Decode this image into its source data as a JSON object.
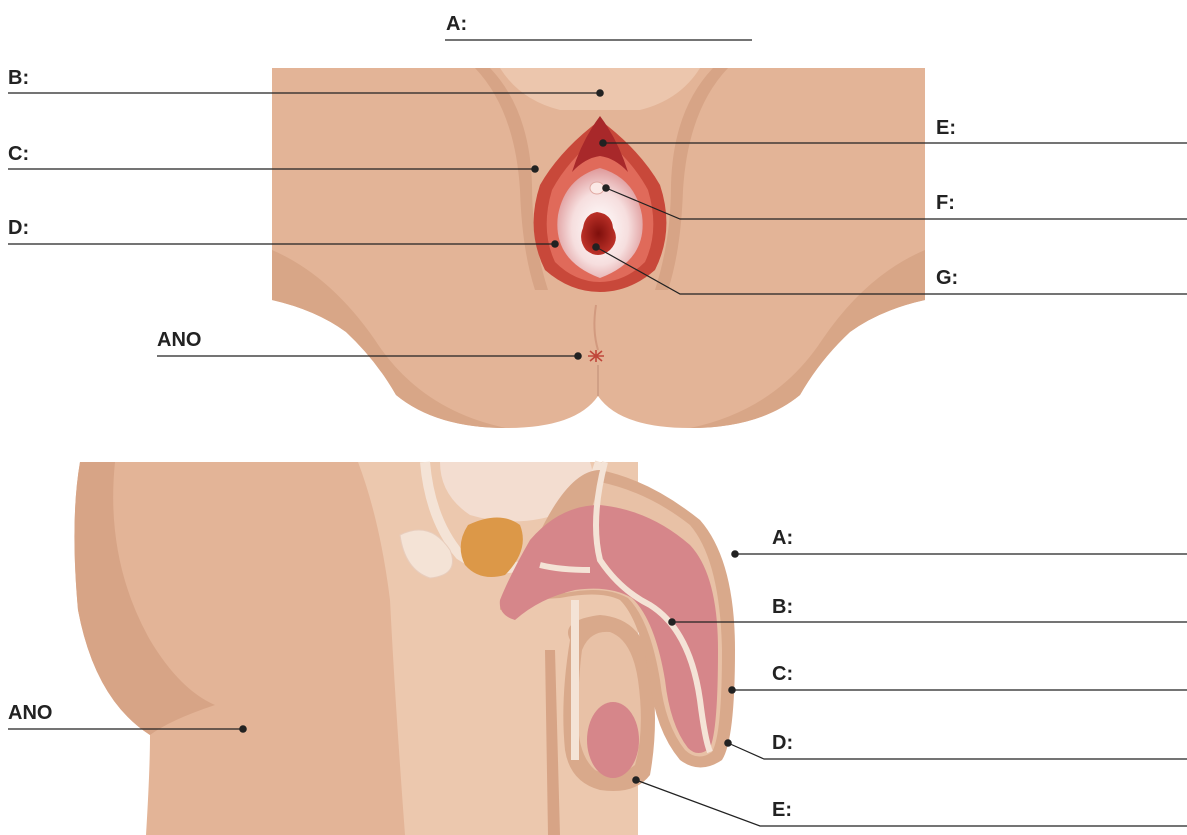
{
  "female_labels": {
    "a": "A:",
    "b": "B:",
    "c": "C:",
    "d": "D:",
    "e": "E:",
    "f": "F:",
    "g": "G:",
    "ano": "ANO"
  },
  "male_labels": {
    "a": "A:",
    "b": "B:",
    "c": "C:",
    "d": "D:",
    "e": "E:",
    "ano": "ANO"
  },
  "colors": {
    "skin_dark": "#d9a98b",
    "skin_mid": "#e3b497",
    "skin_light": "#ecc8ae",
    "labia_red": "#c8483a",
    "clitoral_hood": "#a8282a",
    "vestibule_pink": "#f1d2cf",
    "vaginal_opening": "#b3241c",
    "penis_pink": "#d6868a",
    "prostate": "#dc9848",
    "leader_line": "#222222"
  }
}
